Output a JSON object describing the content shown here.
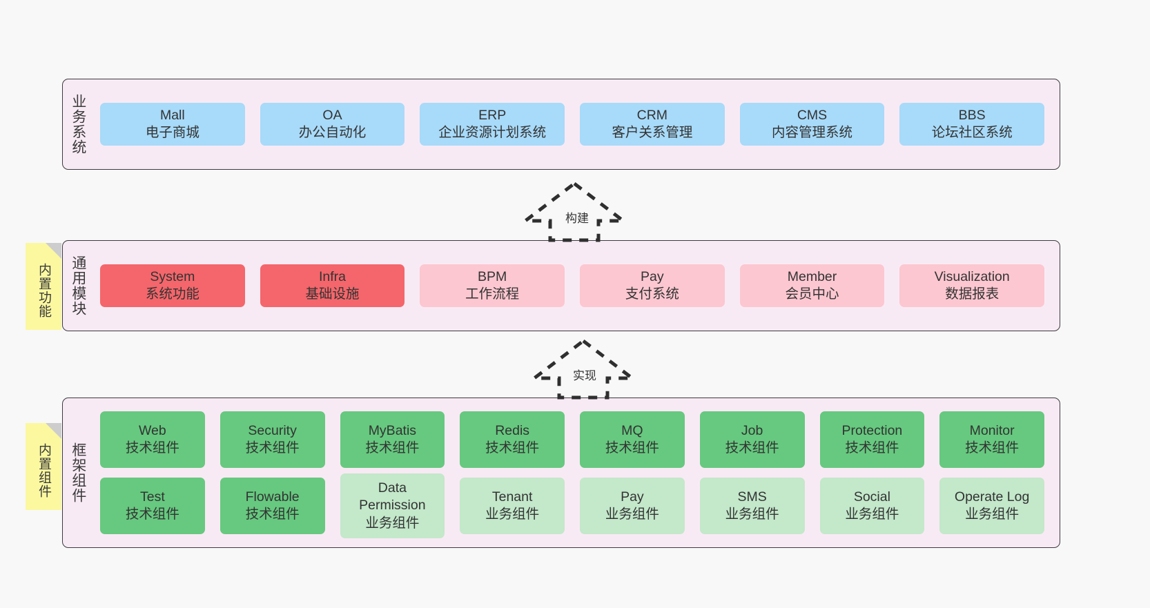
{
  "layers": [
    {
      "id": "business-systems",
      "title": "业务系统",
      "rows": [
        {
          "style": "c-blue",
          "cells": [
            {
              "en": "Mall",
              "cn": "电子商城"
            },
            {
              "en": "OA",
              "cn": "办公自动化"
            },
            {
              "en": "ERP",
              "cn": "企业资源计划系统"
            },
            {
              "en": "CRM",
              "cn": "客户关系管理"
            },
            {
              "en": "CMS",
              "cn": "内容管理系统"
            },
            {
              "en": "BBS",
              "cn": "论坛社区系统"
            }
          ]
        }
      ]
    },
    {
      "id": "common-modules",
      "title": "通用模块",
      "rows": [
        {
          "cells": [
            {
              "en": "System",
              "cn": "系统功能",
              "style": "c-red"
            },
            {
              "en": "Infra",
              "cn": "基础设施",
              "style": "c-red"
            },
            {
              "en": "BPM",
              "cn": "工作流程",
              "style": "c-pink"
            },
            {
              "en": "Pay",
              "cn": "支付系统",
              "style": "c-pink"
            },
            {
              "en": "Member",
              "cn": "会员中心",
              "style": "c-pink"
            },
            {
              "en": "Visualization",
              "cn": "数据报表",
              "style": "c-pink"
            }
          ]
        }
      ]
    },
    {
      "id": "framework-components",
      "title": "框架组件",
      "rows": [
        {
          "style": "c-green",
          "cells": [
            {
              "en": "Web",
              "cn": "技术组件"
            },
            {
              "en": "Security",
              "cn": "技术组件"
            },
            {
              "en": "MyBatis",
              "cn": "技术组件"
            },
            {
              "en": "Redis",
              "cn": "技术组件"
            },
            {
              "en": "MQ",
              "cn": "技术组件"
            },
            {
              "en": "Job",
              "cn": "技术组件"
            },
            {
              "en": "Protection",
              "cn": "技术组件"
            },
            {
              "en": "Monitor",
              "cn": "技术组件"
            }
          ]
        },
        {
          "cells": [
            {
              "en": "Test",
              "cn": "技术组件",
              "style": "c-green"
            },
            {
              "en": "Flowable",
              "cn": "技术组件",
              "style": "c-green"
            },
            {
              "en": "Data Permission",
              "cn": "业务组件",
              "style": "c-lightgreen"
            },
            {
              "en": "Tenant",
              "cn": "业务组件",
              "style": "c-lightgreen"
            },
            {
              "en": "Pay",
              "cn": "业务组件",
              "style": "c-lightgreen"
            },
            {
              "en": "SMS",
              "cn": "业务组件",
              "style": "c-lightgreen"
            },
            {
              "en": "Social",
              "cn": "业务组件",
              "style": "c-lightgreen"
            },
            {
              "en": "Operate Log",
              "cn": "业务组件",
              "style": "c-lightgreen"
            }
          ]
        }
      ]
    }
  ],
  "notes": [
    {
      "id": "builtin-features",
      "text": "内置功能"
    },
    {
      "id": "builtin-components",
      "text": "内置组件"
    }
  ],
  "arrows": [
    {
      "id": "build-arrow",
      "label": "构建"
    },
    {
      "id": "implement-arrow",
      "label": "实现"
    }
  ],
  "colors": {
    "background": "#f8f8f8",
    "layer_fill": "#f8eaf4",
    "layer_border": "#3b3b3b",
    "blue": "#a8daf9",
    "red": "#f4666b",
    "pink": "#fcc7d0",
    "green": "#66c97f",
    "light_green": "#c3e8ca",
    "note_yellow": "#fbf8a0",
    "note_fold": "#cdcdcd"
  }
}
